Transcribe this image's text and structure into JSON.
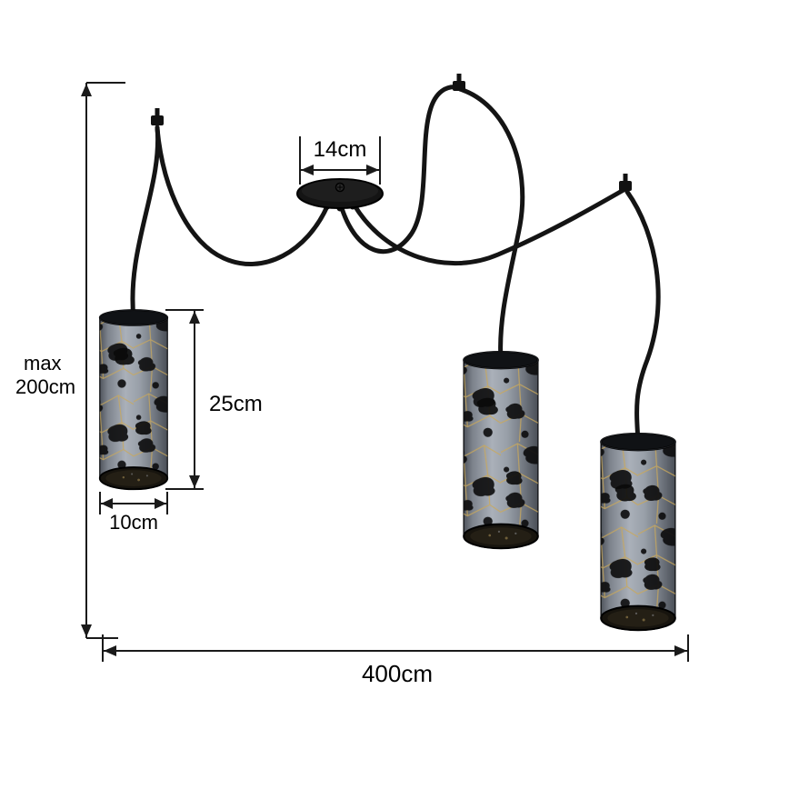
{
  "background": "#ffffff",
  "diagram": {
    "labels": {
      "canopy_width": "14cm",
      "shade_height": "25cm",
      "shade_diameter": "10cm",
      "max_drop_prefix": "max",
      "max_drop_value": "200cm",
      "total_width": "400cm"
    },
    "colors": {
      "dimension_line": "#1a1a1a",
      "cable": "#141414",
      "canopy": "#141414",
      "shade_base": "#9aa0a9",
      "shade_accent_gold": "#c9a85c",
      "shade_blob_black": "#0b0b0c",
      "shade_interior": "#17140e"
    }
  }
}
